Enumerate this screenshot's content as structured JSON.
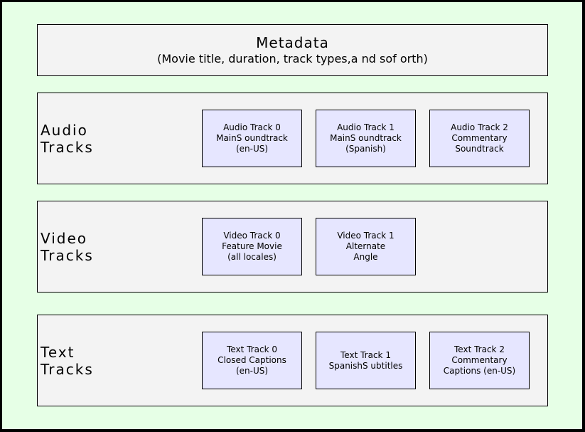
{
  "metadata": {
    "title": "Metadata",
    "subtitle": "(Movie title, duration, track types,a nd sof orth)"
  },
  "sections": {
    "audio": {
      "label_line1": "Audio",
      "label_line2": "Tracks",
      "tracks": [
        {
          "lines": [
            "Audio Track 0",
            "MainS oundtrack",
            "(en-US)"
          ]
        },
        {
          "lines": [
            "Audio Track 1",
            "MainS oundtrack",
            "(Spanish)"
          ]
        },
        {
          "lines": [
            "Audio Track 2",
            "Commentary",
            "Soundtrack"
          ]
        }
      ]
    },
    "video": {
      "label_line1": "Video",
      "label_line2": "Tracks",
      "tracks": [
        {
          "lines": [
            "Video Track 0",
            "Feature Movie",
            "(all locales)"
          ]
        },
        {
          "lines": [
            "Video Track 1",
            "Alternate",
            "Angle"
          ]
        }
      ]
    },
    "text": {
      "label_line1": "Text",
      "label_line2": "Tracks",
      "tracks": [
        {
          "lines": [
            "Text Track 0",
            "Closed Captions",
            "(en-US)"
          ]
        },
        {
          "lines": [
            "Text Track 1",
            "SpanishS ubtitles"
          ]
        },
        {
          "lines": [
            "Text Track 2",
            "Commentary",
            "Captions (en-US)"
          ]
        }
      ]
    }
  },
  "colors": {
    "background": "#e6ffe6",
    "panel": "#f3f3f3",
    "track_box": "#e6e6ff",
    "border": "#000000"
  }
}
